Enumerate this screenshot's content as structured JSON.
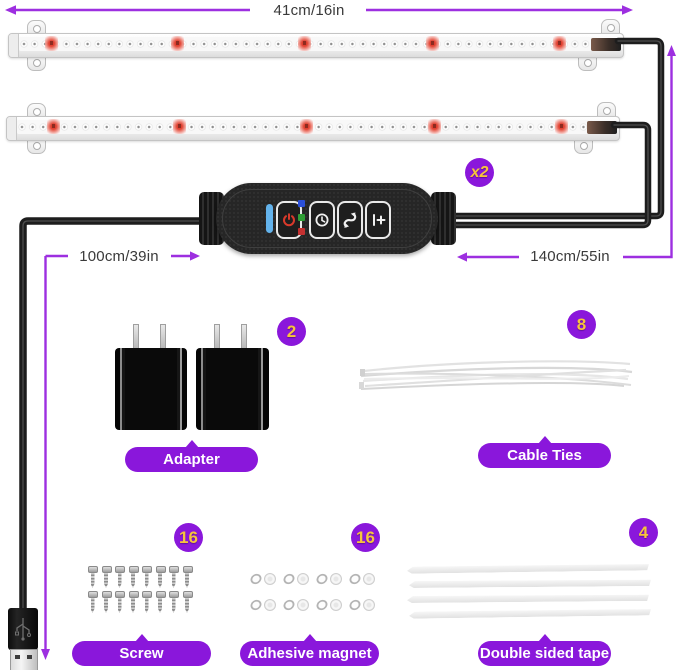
{
  "colors": {
    "accent_purple": "#9D2FE0",
    "badge_purple": "#8A17DB",
    "badge_text": "#F6C43C"
  },
  "measurements": {
    "strip_length": "41cm/16in",
    "usb_cable_length": "100cm/39in",
    "strip_cable_length": "140cm/55in"
  },
  "quantity_badge": "x2",
  "controller": {
    "buttons": [
      {
        "icon": "power-icon"
      },
      {
        "icon": "timer-clock-icon"
      },
      {
        "icon": "cycle-arrow-icon"
      },
      {
        "icon": "brightness-plus-icon"
      }
    ],
    "indicators": [
      "blue-led",
      "green-led",
      "red-led"
    ]
  },
  "kit": {
    "adapter": {
      "label": "Adapter",
      "count": "2"
    },
    "cable_ties": {
      "label": "Cable Ties",
      "count": "8"
    },
    "screw": {
      "label": "Screw",
      "count": "16"
    },
    "adhesive_magnet": {
      "label": "Adhesive magnet",
      "count": "16"
    },
    "double_sided_tape": {
      "label": "Double sided tape",
      "count": "4"
    }
  }
}
